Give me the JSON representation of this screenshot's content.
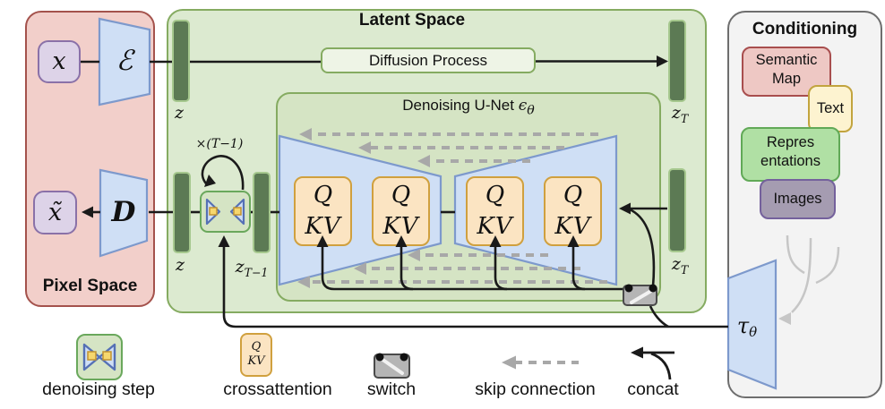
{
  "figure": {
    "name": "Latent Diffusion Model architecture"
  },
  "colors": {
    "pixel_fill": "#f2cfca",
    "pixel_border": "#a4524c",
    "latent_fill": "#dcead0",
    "latent_border": "#85ab61",
    "unet_fill": "#d5e4c4",
    "cond_fill": "#f3f3f3",
    "cond_border": "#6e6e6e",
    "bar_fill": "#5c7a54",
    "bar_border": "#a6c88e",
    "blue_fill": "#cfdff5",
    "blue_border": "#7d99cc",
    "attn_fill": "#fbe4c2",
    "attn_border": "#d0a03e",
    "diffusion_fill": "#eef4e6",
    "semantic_fill": "#eec8c4",
    "semantic_border": "#a84e4e",
    "text_fill": "#fdf3d0",
    "text_border": "#c2a43e",
    "repr_fill": "#b0e0a4",
    "repr_border": "#61a957",
    "images_fill": "#a59cb1",
    "images_border": "#74619c",
    "gray": "#a8a8a8",
    "tree": "#c6c6c6",
    "black": "#1a1a1a"
  },
  "pixel_space": {
    "title": "Pixel Space",
    "input_label": "x",
    "output_label": "x̃",
    "encoder_label": "ℰ",
    "decoder_label": "D"
  },
  "latent_space": {
    "title": "Latent Space",
    "diffusion_process": "Diffusion Process",
    "unet_title": "Denoising U-Net",
    "unet_symbol": "ϵ",
    "unet_symbol_sub": "θ",
    "z_top": "z",
    "zT_top": {
      "base": "z",
      "sub": "T"
    },
    "z_mid": "z",
    "zTminus1": {
      "base": "z",
      "sub": "T−1"
    },
    "zT_mid": {
      "base": "z",
      "sub": "T"
    },
    "loop_label": "×(T−1)",
    "attention_q": "Q",
    "attention_kv": "KV"
  },
  "conditioning": {
    "title": "Conditioning",
    "sources": [
      {
        "label": "Semantic Map",
        "lines": [
          "Semantic",
          "Map"
        ]
      },
      {
        "label": "Text",
        "lines": [
          "Text"
        ]
      },
      {
        "label": "Representations",
        "lines": [
          "Repres",
          "entations"
        ]
      },
      {
        "label": "Images",
        "lines": [
          "Images"
        ]
      }
    ],
    "encoder": {
      "base": "τ",
      "sub": "θ"
    }
  },
  "legend": {
    "denoising_step": "denoising step",
    "crossattention": "crossattention",
    "switch": "switch",
    "skip_connection": "skip connection",
    "concat": "concat",
    "q": "Q",
    "kv": "KV"
  }
}
